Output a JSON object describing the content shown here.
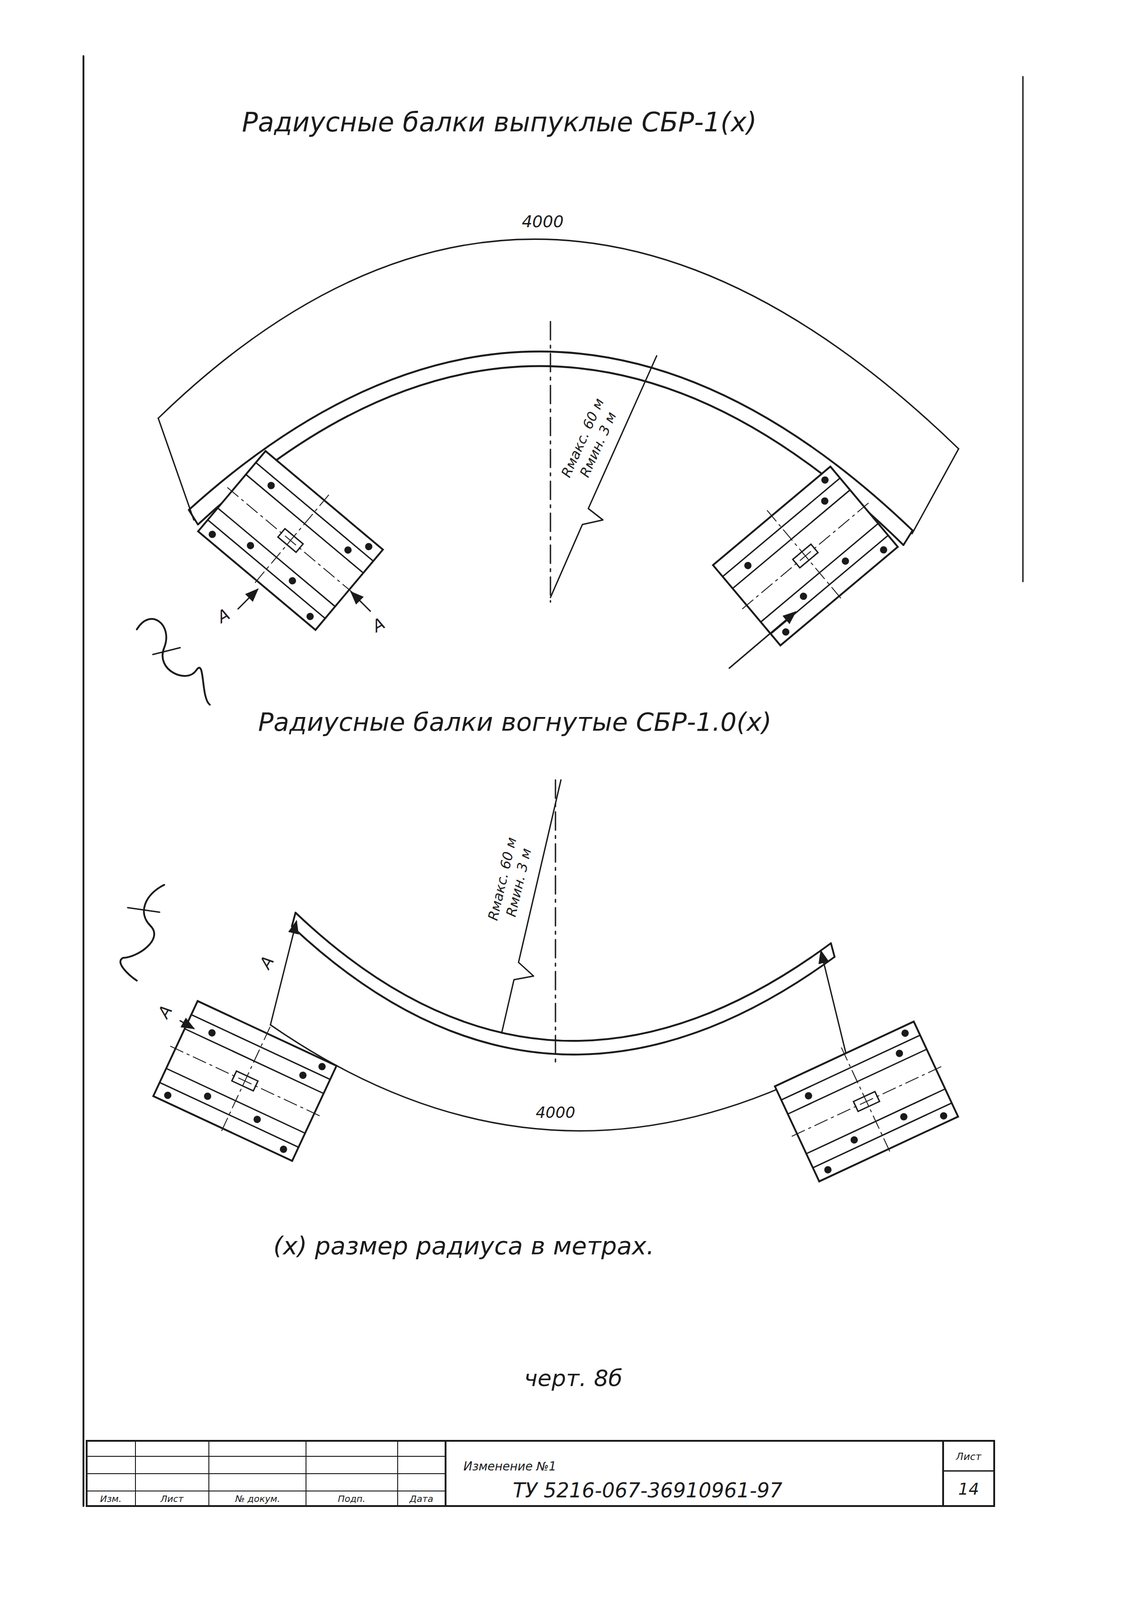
{
  "diagram": {
    "title": "Радиусные балки выпуклые СБР-1(x)",
    "caption": "черт. 8б",
    "labels": [
      "4000",
      "Rмакс. 60 м",
      "Rмин. 3 м",
      "А",
      "А",
      "Радиусные балки вогнутые СБР-1.0(x)",
      "Rмакс. 60 м",
      "Rмин. 3 м",
      "А",
      "А",
      "4000",
      "(x) размер радиуса в метрах.",
      "Изм.",
      "Лист",
      "№ докум.",
      "Подп.",
      "Дата",
      "Изменение №1",
      "ТУ 5216-067-36910961-97",
      "Лист",
      "14"
    ]
  }
}
